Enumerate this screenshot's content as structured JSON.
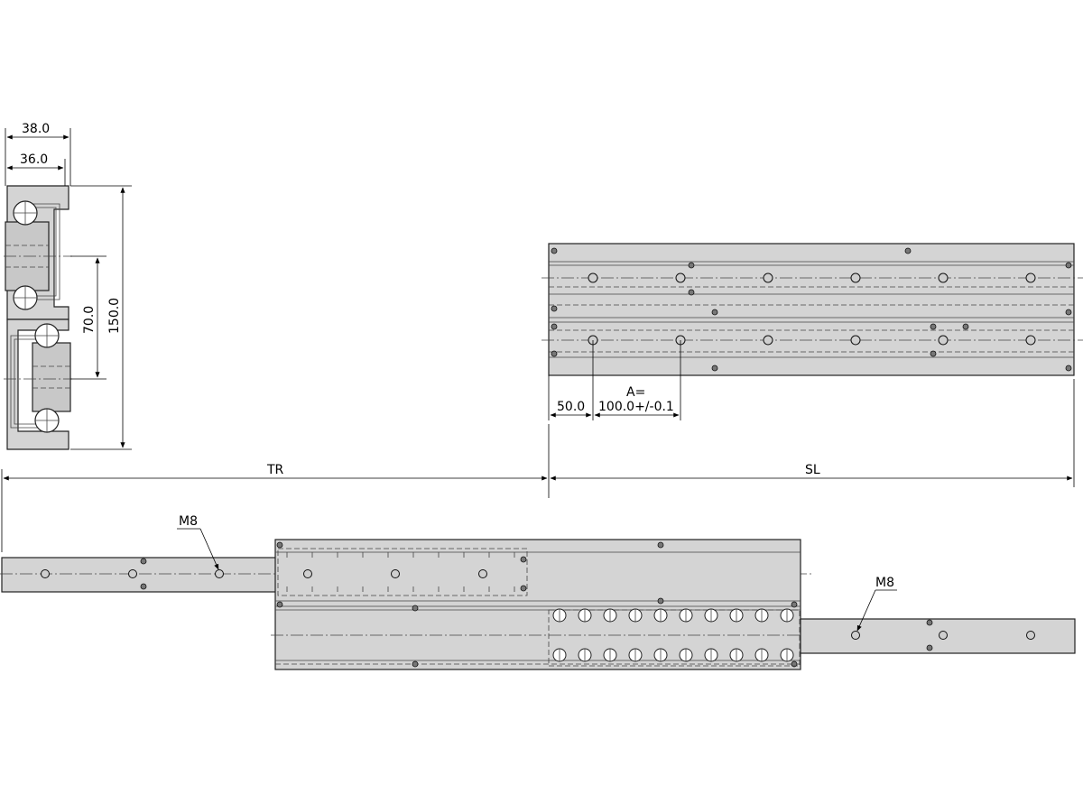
{
  "section_view": {
    "dim_width_outer": "38.0",
    "dim_width_inner": "36.0",
    "dim_height_total": "150.0",
    "dim_height_mid": "70.0"
  },
  "plan_view": {
    "dim_first_hole": "50.0",
    "dim_pitch_line1": "A=",
    "dim_pitch_line2": "100.0+/-0.1"
  },
  "side_view": {
    "dim_travel": "TR",
    "dim_slide_length": "SL",
    "thread_left": "M8",
    "thread_right": "M8"
  }
}
